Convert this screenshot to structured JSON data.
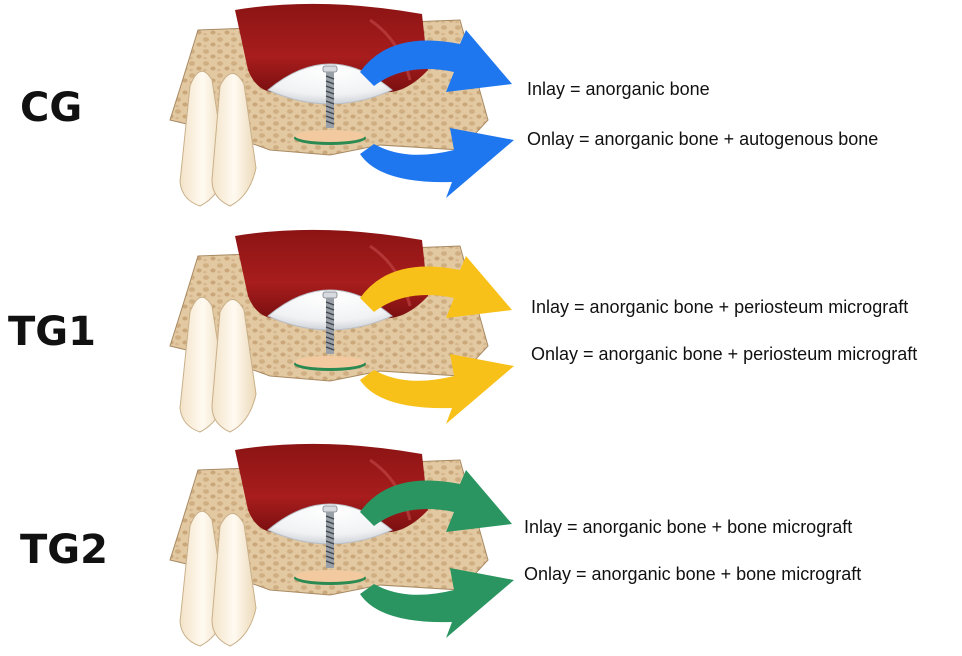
{
  "panels": [
    {
      "group": "CG",
      "arrow_color": "#1f77f0",
      "inlay": "Inlay = anorganic bone",
      "onlay": "Onlay = anorganic bone + autogenous bone"
    },
    {
      "group": "TG1",
      "arrow_color": "#f8c11a",
      "inlay": "Inlay = anorganic bone + periosteum micrograft",
      "onlay": "Onlay = anorganic bone + periosteum micrograft"
    },
    {
      "group": "TG2",
      "arrow_color": "#2a9560",
      "inlay": "Inlay = anorganic bone + bone micrograft",
      "onlay": "Onlay = anorganic bone + bone micrograft"
    }
  ],
  "icons": [
    "jaw-cross-section-icon",
    "screw-icon",
    "tooth-icon",
    "curved-arrow-icon"
  ]
}
